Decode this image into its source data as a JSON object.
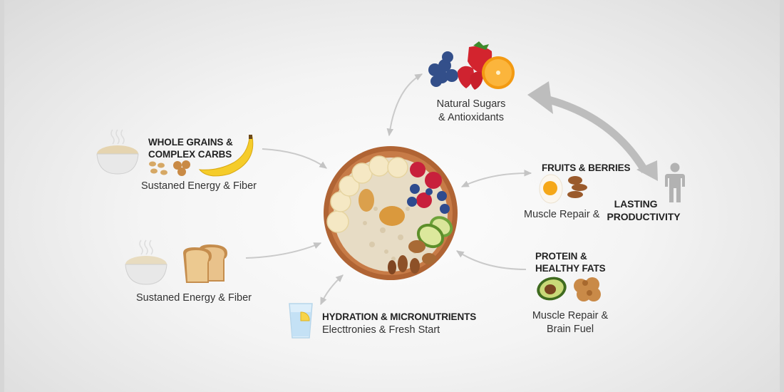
{
  "diagram": {
    "center": {
      "name": "Oatmeal bowl",
      "toppings": [
        "banana slices",
        "honey",
        "raspberries",
        "blueberries",
        "avocado",
        "walnuts",
        "almonds"
      ]
    },
    "nodes": [
      {
        "id": "whole-grains",
        "heading_line1": "WHOLE GRAINS &",
        "heading_line2": "COMPLEX CARBS",
        "subtitle": "Sustaned Energy & Fiber",
        "icons": [
          "oat-bowl-icon",
          "peanuts-icon",
          "cereal-icon",
          "banana-icon"
        ]
      },
      {
        "id": "oats-bread",
        "subtitle": "Sustaned Energy & Fiber",
        "icons": [
          "oat-bowl-icon",
          "bread-icon"
        ]
      },
      {
        "id": "hydration",
        "heading": "HYDRATION & MICRONUTRIENTS",
        "subtitle": "Electtronies & Fresh Start",
        "icons": [
          "water-glass-lemon-icon"
        ]
      },
      {
        "id": "natural-sugars",
        "subtitle_line1": "Natural Sugars",
        "subtitle_line2": "& Antioxidants",
        "icons": [
          "blueberries-icon",
          "strawberries-icon",
          "orange-icon"
        ]
      },
      {
        "id": "fruits-berries",
        "heading": "FRUITS & BERRIES",
        "subtitle": "Muscle Repair &",
        "icons": [
          "egg-icon",
          "almonds-icon"
        ]
      },
      {
        "id": "lasting-productivity",
        "heading_line1": "LASTING",
        "heading_line2": "PRODUCTIVITY",
        "icons": [
          "person-icon"
        ]
      },
      {
        "id": "protein-fats",
        "heading_line1": "PROTEIN &",
        "heading_line2": "HEALTHY FATS",
        "subtitle_line1": "Muscle Repair &",
        "subtitle_line2": "Brain Fuel",
        "icons": [
          "avocado-icon",
          "walnut-icon"
        ]
      }
    ],
    "colors": {
      "arrow": "#c4c4c4",
      "big_arrow": "#bcbcbc",
      "text": "#2b2b2b",
      "bowl": "#b5693a",
      "oats": "#e8dcc4"
    }
  }
}
